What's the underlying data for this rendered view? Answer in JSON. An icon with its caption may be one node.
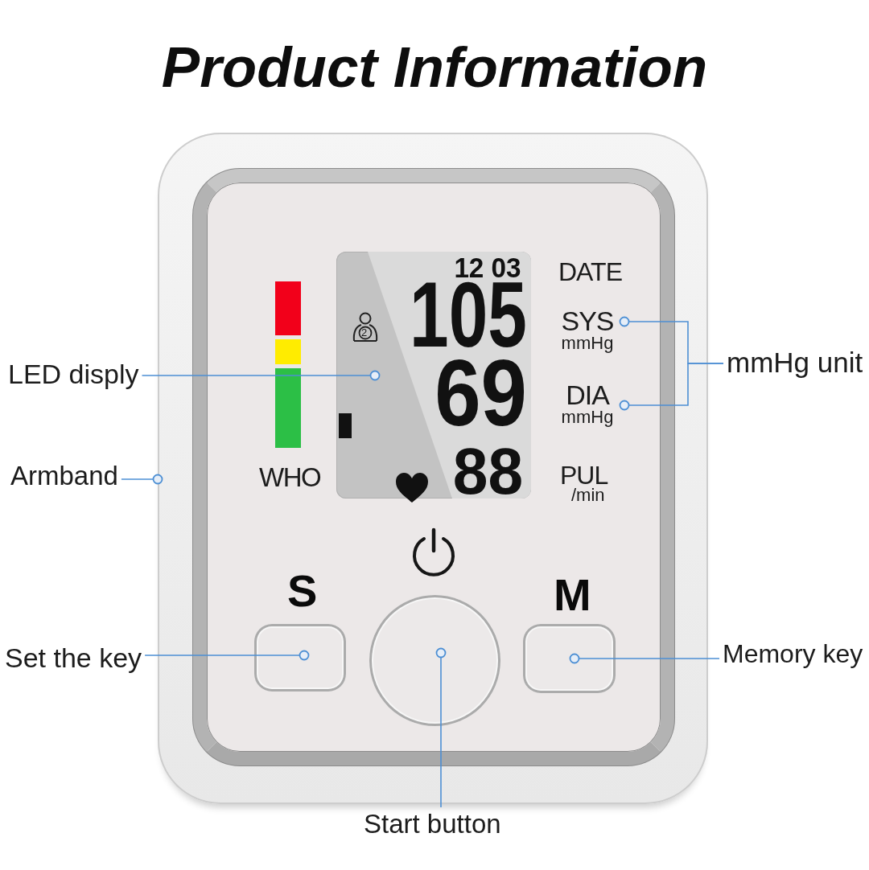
{
  "diagram": {
    "title": "Product Information",
    "nodes": [
      {
        "text": [],
        "shape": "box"
      },
      {
        "text": [
          "12 03",
          "105",
          "69",
          "88"
        ],
        "in": 0
      },
      {
        "text": [
          "SYS",
          "mmHg"
        ],
        "in": 0
      },
      {
        "text": [
          "DIA",
          "mmHg"
        ],
        "in": 0
      },
      {
        "text": [],
        "shape": "box",
        "in": 0
      },
      {
        "text": [],
        "shape": "circle",
        "in": 0
      },
      {
        "text": [],
        "shape": "box",
        "in": 0
      },
      {
        "text": [
          "LED disply"
        ]
      },
      {
        "text": [
          "mmHg unit"
        ]
      },
      {
        "text": [
          "Armband"
        ]
      },
      {
        "text": [
          "Set the key"
        ]
      },
      {
        "text": [
          "Memory key"
        ]
      },
      {
        "text": [
          "Start button"
        ]
      }
    ],
    "edges": [
      {
        "from": 7,
        "to": 1,
        "arrow": "other"
      },
      {
        "from": 8,
        "to": 2,
        "arrow": "other"
      },
      {
        "from": 8,
        "to": 3,
        "arrow": "other"
      },
      {
        "from": 9,
        "to": 0,
        "arrow": "other"
      },
      {
        "from": 10,
        "to": 4,
        "arrow": "other"
      },
      {
        "from": 11,
        "to": 6,
        "arrow": "other"
      },
      {
        "from": 12,
        "to": 5,
        "arrow": "other"
      }
    ],
    "labels": [
      "DATE",
      "2",
      "WHO",
      "PUL",
      "/min",
      "S",
      "M"
    ]
  }
}
